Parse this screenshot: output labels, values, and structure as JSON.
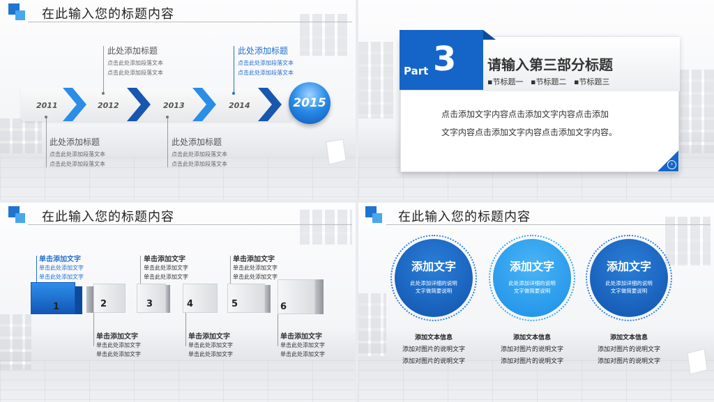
{
  "slide1": {
    "title": "在此输入您的标题内容",
    "years": [
      "2011",
      "2012",
      "2013",
      "2014",
      "2015"
    ],
    "top_items": [
      {
        "heading": "此处添加标题",
        "line1": "点击此处添加段落文本",
        "line2": "点击此处添加段落文本"
      },
      {
        "heading": "此处添加标题",
        "line1": "点击此处添加段落文本",
        "line2": "点击此处添加段落文本"
      }
    ],
    "bottom_items": [
      {
        "heading": "此处添加标题",
        "line1": "点击此处添加段落文本",
        "line2": "点击此处添加段落文本"
      },
      {
        "heading": "此处添加标题",
        "line1": "点击此处添加段落文本",
        "line2": "点击此处添加段落文本"
      }
    ]
  },
  "slide2": {
    "part_label": "Part",
    "part_number": "3",
    "title": "请输入第三部分标题",
    "subtitles": [
      "节标题一",
      "节标题二",
      "节标题三"
    ],
    "body_line1": "点击添加文字内容点击添加文字内容点击添加",
    "body_line2": "文字内容点击添加文字内容点击添加文字内容。",
    "next_icon": "arrow-right-circle"
  },
  "slide3": {
    "title": "在此输入您的标题内容",
    "steps": [
      {
        "num": "1",
        "heading": "单击添加文字",
        "line1": "单击此处添加文字",
        "line2": "单击此处添加文字"
      },
      {
        "num": "2",
        "heading": "单击添加文字",
        "line1": "单击此处添加文字",
        "line2": "单击此处添加文字"
      },
      {
        "num": "3",
        "heading": "单击添加文字",
        "line1": "单击此处添加文字",
        "line2": "单击此处添加文字"
      },
      {
        "num": "4",
        "heading": "单击添加文字",
        "line1": "单击此处添加文字",
        "line2": "单击此处添加文字"
      },
      {
        "num": "5",
        "heading": "单击添加文字",
        "line1": "单击此处添加文字",
        "line2": "单击此处添加文字"
      },
      {
        "num": "6",
        "heading": "单击添加文字",
        "line1": "单击此处添加文字",
        "line2": "单击此处添加文字"
      }
    ]
  },
  "slide4": {
    "title": "在此输入您的标题内容",
    "circles": [
      {
        "title": "添加文字",
        "line1": "此处添加详细的说明",
        "line2": "文字做简要说明",
        "cap1": "添加文本信息",
        "cap2": "添加对图片的说明文字",
        "cap3": "添加对图片的说明文字"
      },
      {
        "title": "添加文字",
        "line1": "此处添加详细的说明",
        "line2": "文字做简要说明",
        "cap1": "添加文本信息",
        "cap2": "添加对图片的说明文字",
        "cap3": "添加对图片的说明文字"
      },
      {
        "title": "添加文字",
        "line1": "此处添加详细的说明",
        "line2": "文字做简要说明",
        "cap1": "添加文本信息",
        "cap2": "添加对图片的说明文字",
        "cap3": "添加对图片的说明文字"
      }
    ]
  },
  "colors": {
    "primary": "#1565c8",
    "accent": "#2a8de8",
    "light": "#49a7ee",
    "dark": "#0d4a9c"
  }
}
